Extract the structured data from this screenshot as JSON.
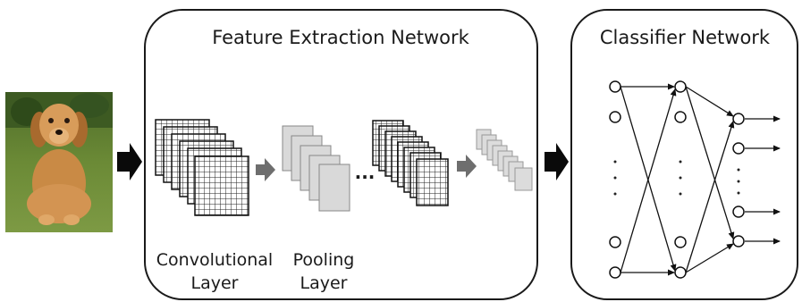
{
  "feature_panel": {
    "title": "Feature Extraction Network",
    "conv_label_line1": "Convolutional",
    "conv_label_line2": "Layer",
    "pool_label_line1": "Pooling",
    "pool_label_line2": "Layer",
    "ellipsis": "..."
  },
  "classifier_panel": {
    "title": "Classifier Network"
  },
  "colors": {
    "stroke": "#1a1a1a",
    "arrow_fill": "#0a0a0a",
    "small_arrow_fill": "#6e6e6e",
    "pool_fill": "#d9d9d9",
    "small_pool_fill": "#dcdcdc"
  },
  "icons": {
    "input_image": "dog-photo",
    "flow_arrow": "thick-right-arrow"
  }
}
